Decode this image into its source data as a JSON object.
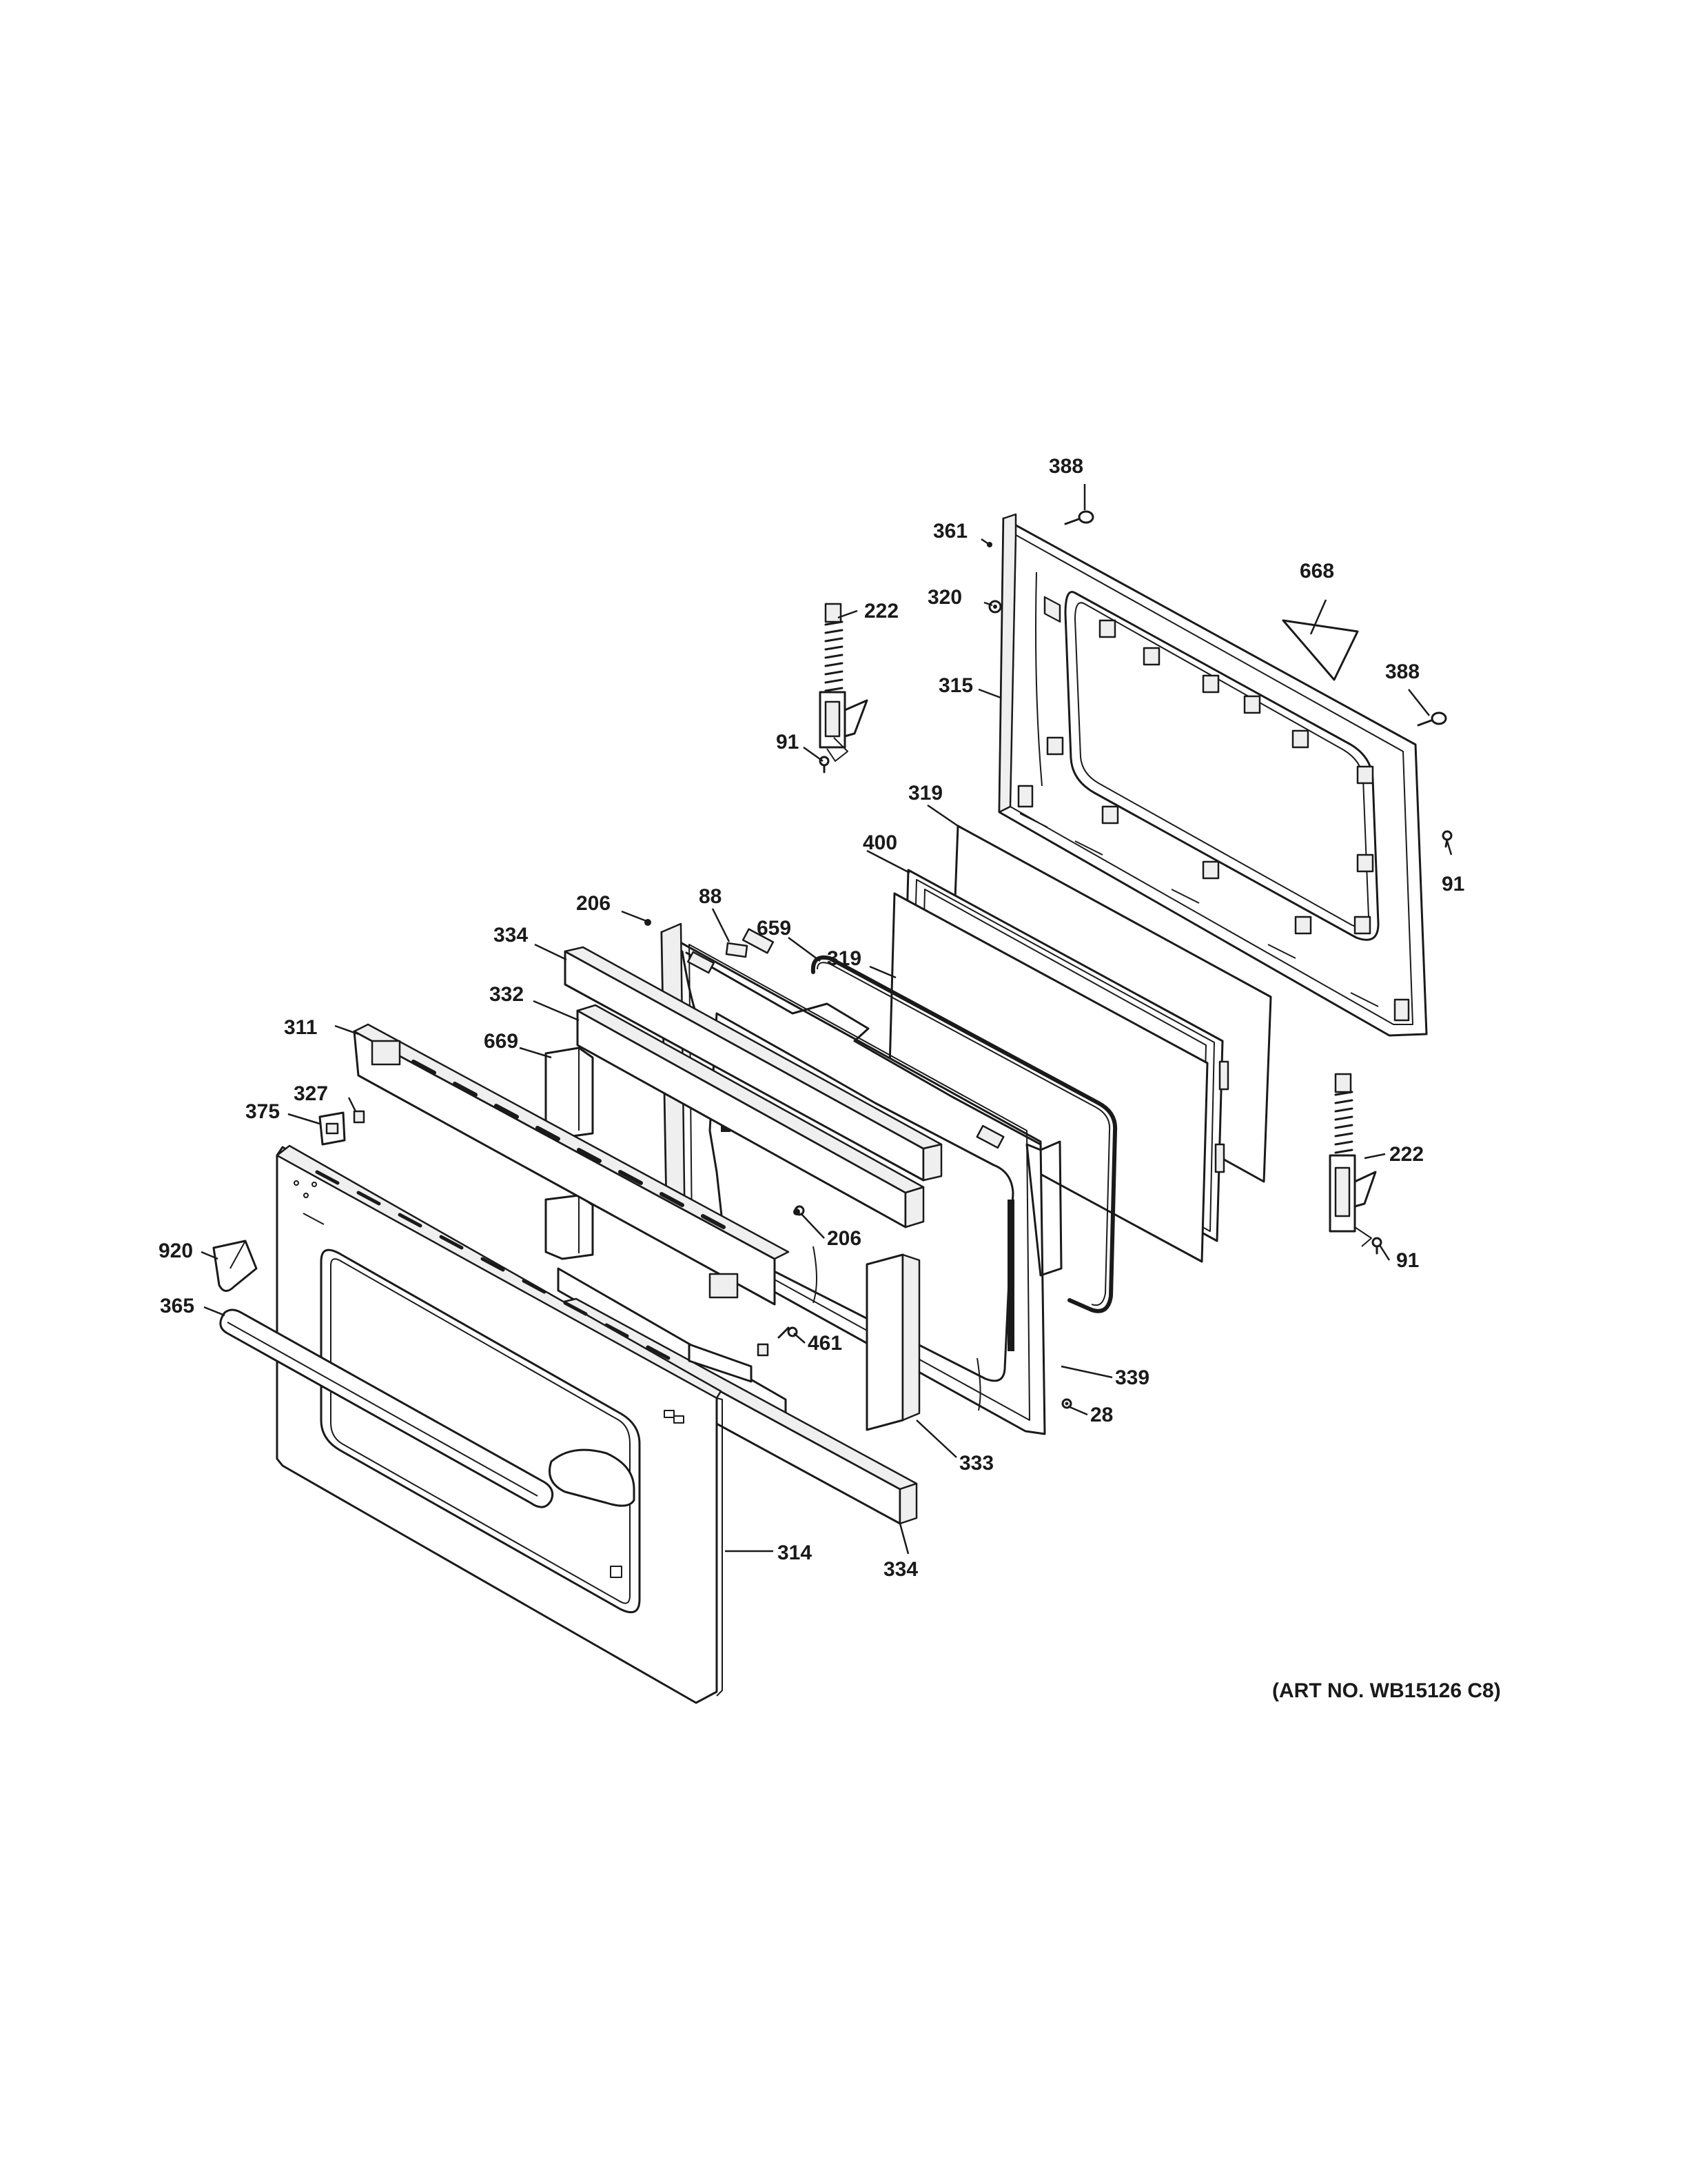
{
  "diagram": {
    "art_number": "(ART NO. WB15126 C8)",
    "callouts": [
      {
        "id": "388-top",
        "label": "388"
      },
      {
        "id": "361",
        "label": "361"
      },
      {
        "id": "668",
        "label": "668"
      },
      {
        "id": "320",
        "label": "320"
      },
      {
        "id": "222-top",
        "label": "222"
      },
      {
        "id": "315",
        "label": "315"
      },
      {
        "id": "388-right",
        "label": "388"
      },
      {
        "id": "91-left",
        "label": "91"
      },
      {
        "id": "319-top",
        "label": "319"
      },
      {
        "id": "91-right",
        "label": "91"
      },
      {
        "id": "400",
        "label": "400"
      },
      {
        "id": "206-top",
        "label": "206"
      },
      {
        "id": "88",
        "label": "88"
      },
      {
        "id": "659",
        "label": "659"
      },
      {
        "id": "319-mid",
        "label": "319"
      },
      {
        "id": "334-top",
        "label": "334"
      },
      {
        "id": "332",
        "label": "332"
      },
      {
        "id": "311",
        "label": "311"
      },
      {
        "id": "669",
        "label": "669"
      },
      {
        "id": "327",
        "label": "327"
      },
      {
        "id": "375",
        "label": "375"
      },
      {
        "id": "222-bottom",
        "label": "222"
      },
      {
        "id": "206-mid",
        "label": "206"
      },
      {
        "id": "920",
        "label": "920"
      },
      {
        "id": "91-bottom",
        "label": "91"
      },
      {
        "id": "365",
        "label": "365"
      },
      {
        "id": "461",
        "label": "461"
      },
      {
        "id": "339",
        "label": "339"
      },
      {
        "id": "28",
        "label": "28"
      },
      {
        "id": "333",
        "label": "333"
      },
      {
        "id": "314",
        "label": "314"
      },
      {
        "id": "334-bottom",
        "label": "334"
      }
    ]
  }
}
